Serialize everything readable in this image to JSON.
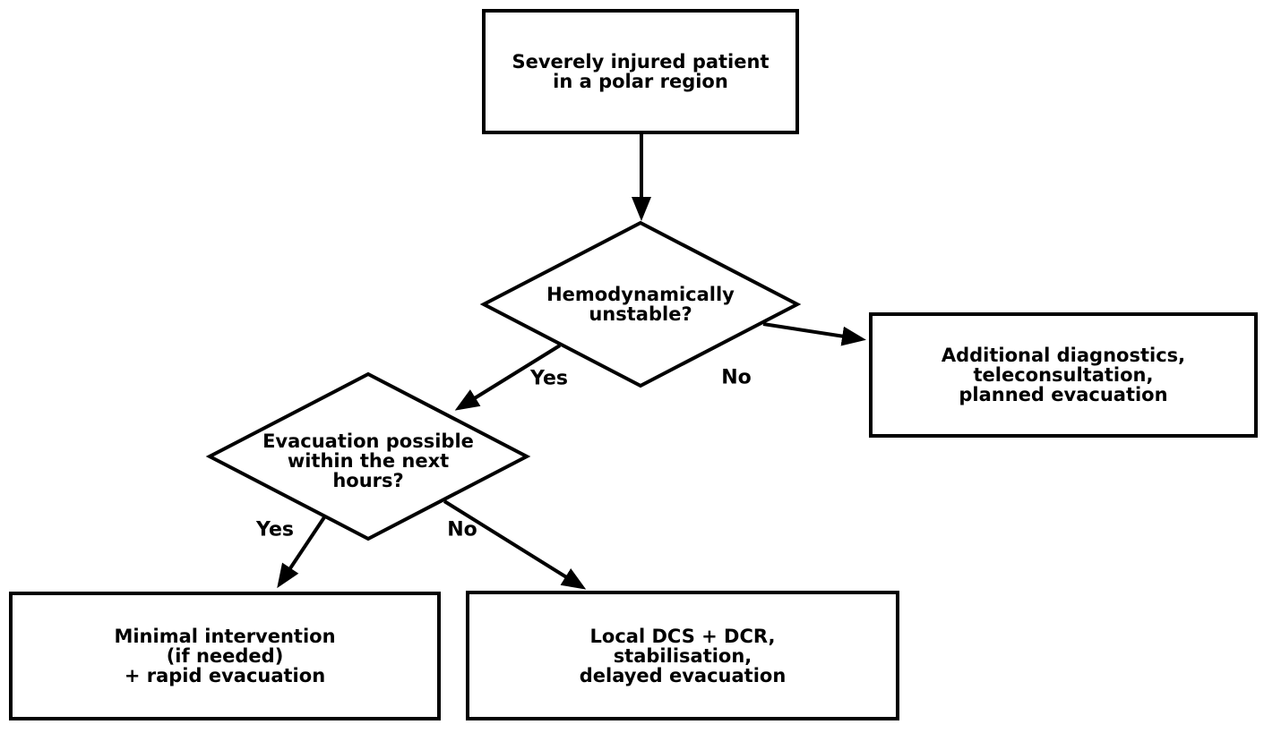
{
  "diagram": {
    "type": "flowchart",
    "background_color": "#ffffff",
    "line_color": "#000000",
    "text_color": "#000000",
    "nodes": {
      "start": {
        "shape": "rectangle",
        "text": "Severely injured patient\nin a polar region"
      },
      "hemodynamically_unstable": {
        "shape": "diamond",
        "text": "Hemodynamically\nunstable?"
      },
      "additional_diagnostics": {
        "shape": "rectangle",
        "text": "Additional diagnostics,\nteleconsultation,\nplanned evacuation"
      },
      "evacuation_possible": {
        "shape": "diamond",
        "text": "Evacuation possible\nwithin the next\nhours?"
      },
      "minimal_intervention": {
        "shape": "rectangle",
        "text": "Minimal intervention\n(if needed)\n+ rapid evacuation"
      },
      "local_dcs_dcr": {
        "shape": "rectangle",
        "text": "Local DCS + DCR,\nstabilisation,\ndelayed evacuation"
      }
    },
    "edges": [
      {
        "from": "start",
        "to": "hemodynamically_unstable",
        "label": ""
      },
      {
        "from": "hemodynamically_unstable",
        "to": "evacuation_possible",
        "label": "Yes"
      },
      {
        "from": "hemodynamically_unstable",
        "to": "additional_diagnostics",
        "label": "No"
      },
      {
        "from": "evacuation_possible",
        "to": "minimal_intervention",
        "label": "Yes"
      },
      {
        "from": "evacuation_possible",
        "to": "local_dcs_dcr",
        "label": "No"
      }
    ]
  }
}
